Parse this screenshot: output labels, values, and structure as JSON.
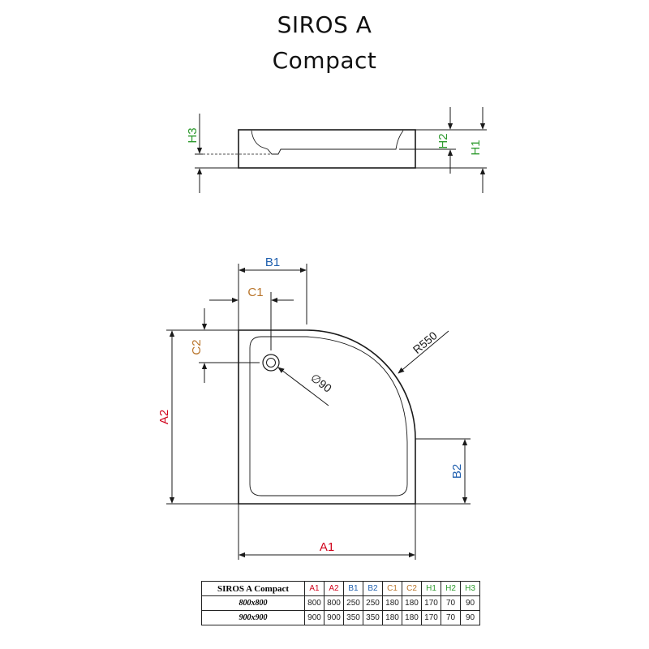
{
  "title": {
    "line1": "SIROS A",
    "line2": "Compact"
  },
  "colors": {
    "red": "#d0021b",
    "blue": "#1f5fae",
    "orange": "#b8742a",
    "green": "#2e9a2e",
    "line": "#1a1a1a"
  },
  "side_view": {
    "labels": {
      "h3": "H3",
      "h2": "H2",
      "h1": "H1"
    }
  },
  "top_view": {
    "labels": {
      "b1": "B1",
      "c1": "C1",
      "c2": "C2",
      "a2": "A2",
      "b2": "B2",
      "a1": "A1",
      "radius": "R550",
      "drain": "∅90"
    }
  },
  "table": {
    "model": "SIROS A Compact",
    "headers": [
      {
        "label": "A1",
        "color": "#d0021b"
      },
      {
        "label": "A2",
        "color": "#d0021b"
      },
      {
        "label": "B1",
        "color": "#1f5fae"
      },
      {
        "label": "B2",
        "color": "#1f5fae"
      },
      {
        "label": "C1",
        "color": "#b8742a"
      },
      {
        "label": "C2",
        "color": "#b8742a"
      },
      {
        "label": "H1",
        "color": "#2e9a2e"
      },
      {
        "label": "H2",
        "color": "#2e9a2e"
      },
      {
        "label": "H3",
        "color": "#2e9a2e"
      }
    ],
    "rows": [
      {
        "size": "800x800",
        "values": [
          "800",
          "800",
          "250",
          "250",
          "180",
          "180",
          "170",
          "70",
          "90"
        ]
      },
      {
        "size": "900x900",
        "values": [
          "900",
          "900",
          "350",
          "350",
          "180",
          "180",
          "170",
          "70",
          "90"
        ]
      }
    ]
  }
}
